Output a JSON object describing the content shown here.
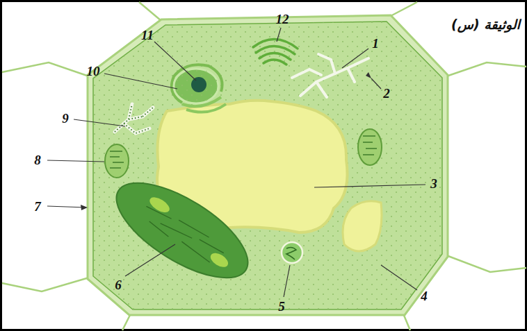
{
  "diagram": {
    "title": "الوثيقة (س)",
    "labels": [
      "1",
      "2",
      "3",
      "4",
      "5",
      "6",
      "7",
      "8",
      "9",
      "10",
      "11",
      "12"
    ]
  }
}
